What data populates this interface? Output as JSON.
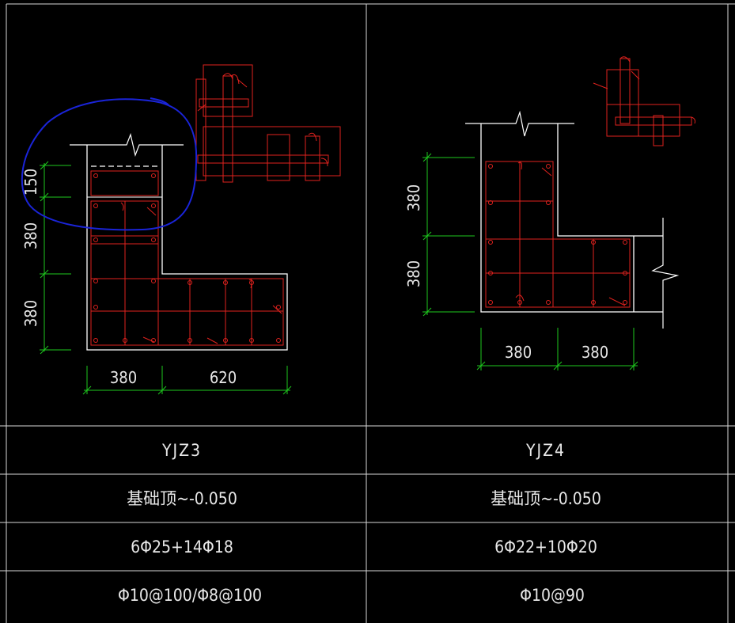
{
  "colors": {
    "background": "#000000",
    "frame": "#d8d8d8",
    "rebar": "#e0221e",
    "dimension": "#1ec81e",
    "outline": "#ffffff",
    "markup": "#1a24d8"
  },
  "left_detail": {
    "dim_150": "150",
    "dim_380_upper": "380",
    "dim_380_lower": "380",
    "dim_width_380": "380",
    "dim_width_620": "620"
  },
  "right_detail": {
    "dim_380_upper": "380",
    "dim_380_lower": "380",
    "dim_width_380_left": "380",
    "dim_width_380_right": "380"
  },
  "table": {
    "rows": [
      {
        "left": "YJZ3",
        "right": "YJZ4"
      },
      {
        "left": "基础顶~-0.050",
        "right": "基础顶~-0.050"
      },
      {
        "left": "6Φ25+14Φ18",
        "right": "6Φ22+10Φ20"
      },
      {
        "left": "Φ10@100/Φ8@100",
        "right": "Φ10@90"
      }
    ]
  }
}
